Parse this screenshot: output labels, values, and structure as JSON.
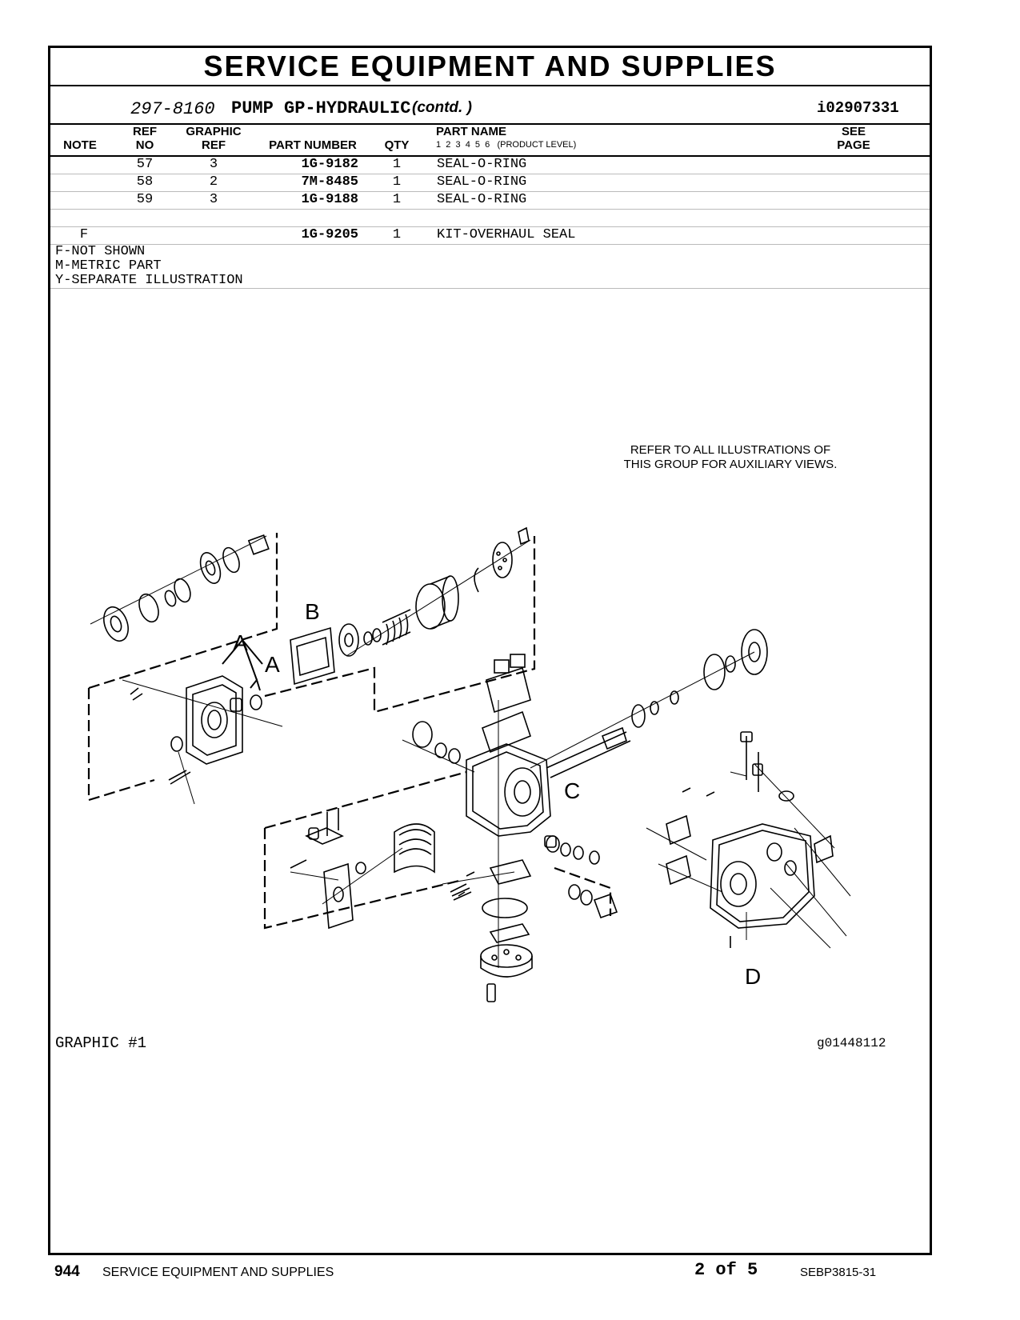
{
  "page_title": "SERVICE EQUIPMENT AND SUPPLIES",
  "group": {
    "number": "297-8160",
    "name": "PUMP GP-HYDRAULIC",
    "contd": "(contd. )",
    "id": "i02907331"
  },
  "columns": {
    "note": "NOTE",
    "ref_no_1": "REF",
    "ref_no_2": "NO",
    "graphic_ref_1": "GRAPHIC",
    "graphic_ref_2": "REF",
    "part_number": "PART NUMBER",
    "qty": "QTY",
    "part_name": "PART NAME",
    "levels": "1  2  3  4  5  6",
    "product_level": "(PRODUCT LEVEL)",
    "see_page_1": "SEE",
    "see_page_2": "PAGE"
  },
  "parts": [
    {
      "note": "",
      "ref_no": "57",
      "graphic_ref": "3",
      "part_number": "1G-9182",
      "qty": "1",
      "part_name": "SEAL-O-RING"
    },
    {
      "note": "",
      "ref_no": "58",
      "graphic_ref": "2",
      "part_number": "7M-8485",
      "qty": "1",
      "part_name": "SEAL-O-RING"
    },
    {
      "note": "",
      "ref_no": "59",
      "graphic_ref": "3",
      "part_number": "1G-9188",
      "qty": "1",
      "part_name": "SEAL-O-RING"
    },
    {
      "note": "",
      "ref_no": "",
      "graphic_ref": "",
      "part_number": "",
      "qty": "",
      "part_name": ""
    },
    {
      "note": "F",
      "ref_no": "",
      "graphic_ref": "",
      "part_number": "1G-9205",
      "qty": "1",
      "part_name": "KIT-OVERHAUL SEAL"
    }
  ],
  "legend": [
    "F-NOT SHOWN",
    "M-METRIC PART",
    "Y-SEPARATE ILLUSTRATION"
  ],
  "refer_note": [
    "REFER TO ALL ILLUSTRATIONS OF",
    "THIS GROUP FOR AUXILIARY VIEWS."
  ],
  "view_letters": {
    "a1": "A",
    "a2": "A",
    "b": "B",
    "c": "C",
    "d": "D"
  },
  "graphic_label": "GRAPHIC #1",
  "graphic_id": "g01448112",
  "footer": {
    "page_number": "944",
    "section": "SERVICE EQUIPMENT AND SUPPLIES",
    "page_of": "2 of 5",
    "doc_number": "SEBP3815-31"
  }
}
